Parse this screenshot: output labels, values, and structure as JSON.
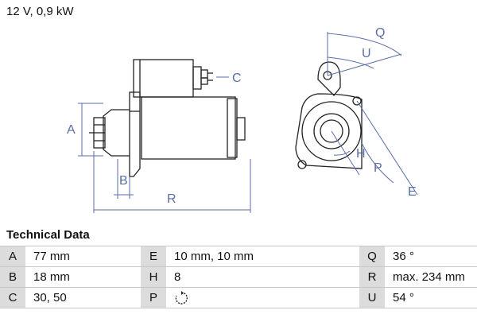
{
  "spec": "12 V, 0,9 kW",
  "drawing": {
    "labels": {
      "A": "A",
      "B": "B",
      "C": "C",
      "R": "R",
      "Q": "Q",
      "U": "U",
      "H": "H",
      "P": "P",
      "E": "E"
    }
  },
  "tech_title": "Technical Data",
  "rows": [
    [
      {
        "k": "A",
        "v": "77 mm"
      },
      {
        "k": "E",
        "v": "10 mm, 10 mm"
      },
      {
        "k": "Q",
        "v": "36 °"
      }
    ],
    [
      {
        "k": "B",
        "v": "18 mm"
      },
      {
        "k": "H",
        "v": "8"
      },
      {
        "k": "R",
        "v": "max. 234 mm"
      }
    ],
    [
      {
        "k": "C",
        "v": "30, 50"
      },
      {
        "k": "P",
        "v": "",
        "icon": "rotation-clockwise-icon"
      },
      {
        "k": "U",
        "v": "54 °"
      }
    ]
  ],
  "colors": {
    "dimension": "#5a6ea8",
    "line": "#222222",
    "key_bg": "#dcdcdc"
  }
}
